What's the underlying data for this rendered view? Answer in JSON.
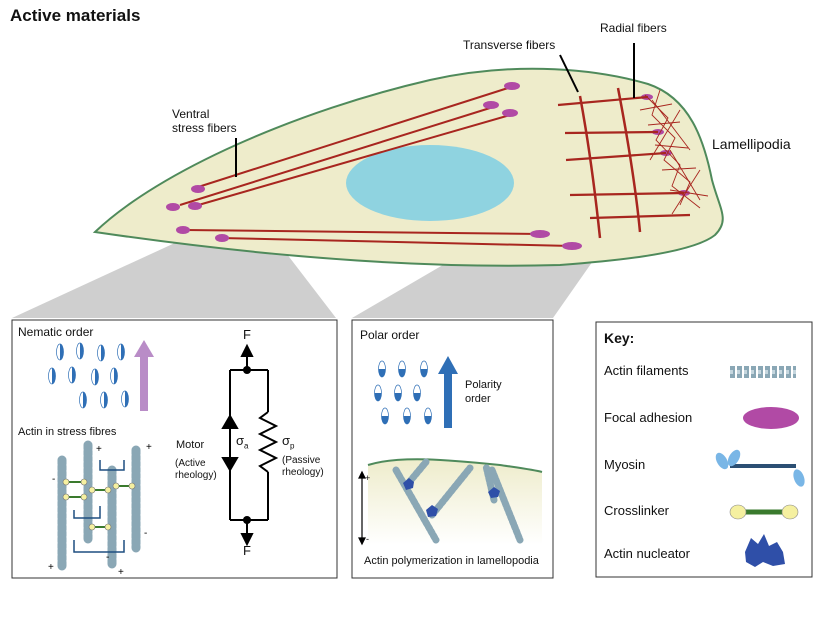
{
  "title": "Active materials",
  "cell": {
    "labels": {
      "ventral": "Ventral\nstress fibers",
      "transverse": "Transverse fibers",
      "radial": "Radial fibers",
      "lamellipodia": "Lamellipodia"
    }
  },
  "panel_nematic": {
    "heading": "Nematic order",
    "subheading": "Actin in stress fibres",
    "circuit": {
      "force_top": "F",
      "force_bottom": "F",
      "motor": "Motor",
      "motor_sub": "(Active\nrheology)",
      "sigma_a": "σ",
      "sigma_a_sub": "a",
      "sigma_p": "σ",
      "sigma_p_sub": "p",
      "passive": "(Passive\nrheology)"
    }
  },
  "panel_polar": {
    "heading": "Polar order",
    "arrow_label": "Polarity\norder",
    "caption": "Actin polymerization in lamellopodia",
    "plus": "+",
    "minus": "-"
  },
  "key": {
    "heading": "Key:",
    "items": [
      {
        "label": "Actin filaments",
        "icon": "actin-filament-icon"
      },
      {
        "label": "Focal adhesion",
        "icon": "focal-adhesion-icon"
      },
      {
        "label": "Myosin",
        "icon": "myosin-icon"
      },
      {
        "label": "Crosslinker",
        "icon": "crosslinker-icon"
      },
      {
        "label": "Actin nucleator",
        "icon": "actin-nucleator-icon"
      }
    ]
  },
  "colors": {
    "cell_fill": "#eeeccb",
    "cell_edge": "#4f8a5b",
    "nucleus": "#8fd3e0",
    "fiber": "#a8261f",
    "adhesion": "#b14aa5",
    "arrow_purple": "#b98cc7",
    "arrow_blue": "#2f6fb6",
    "crosslink": "#3a7a2d",
    "nucleator": "#2f4fa8",
    "actin": "#7e9aa8"
  }
}
